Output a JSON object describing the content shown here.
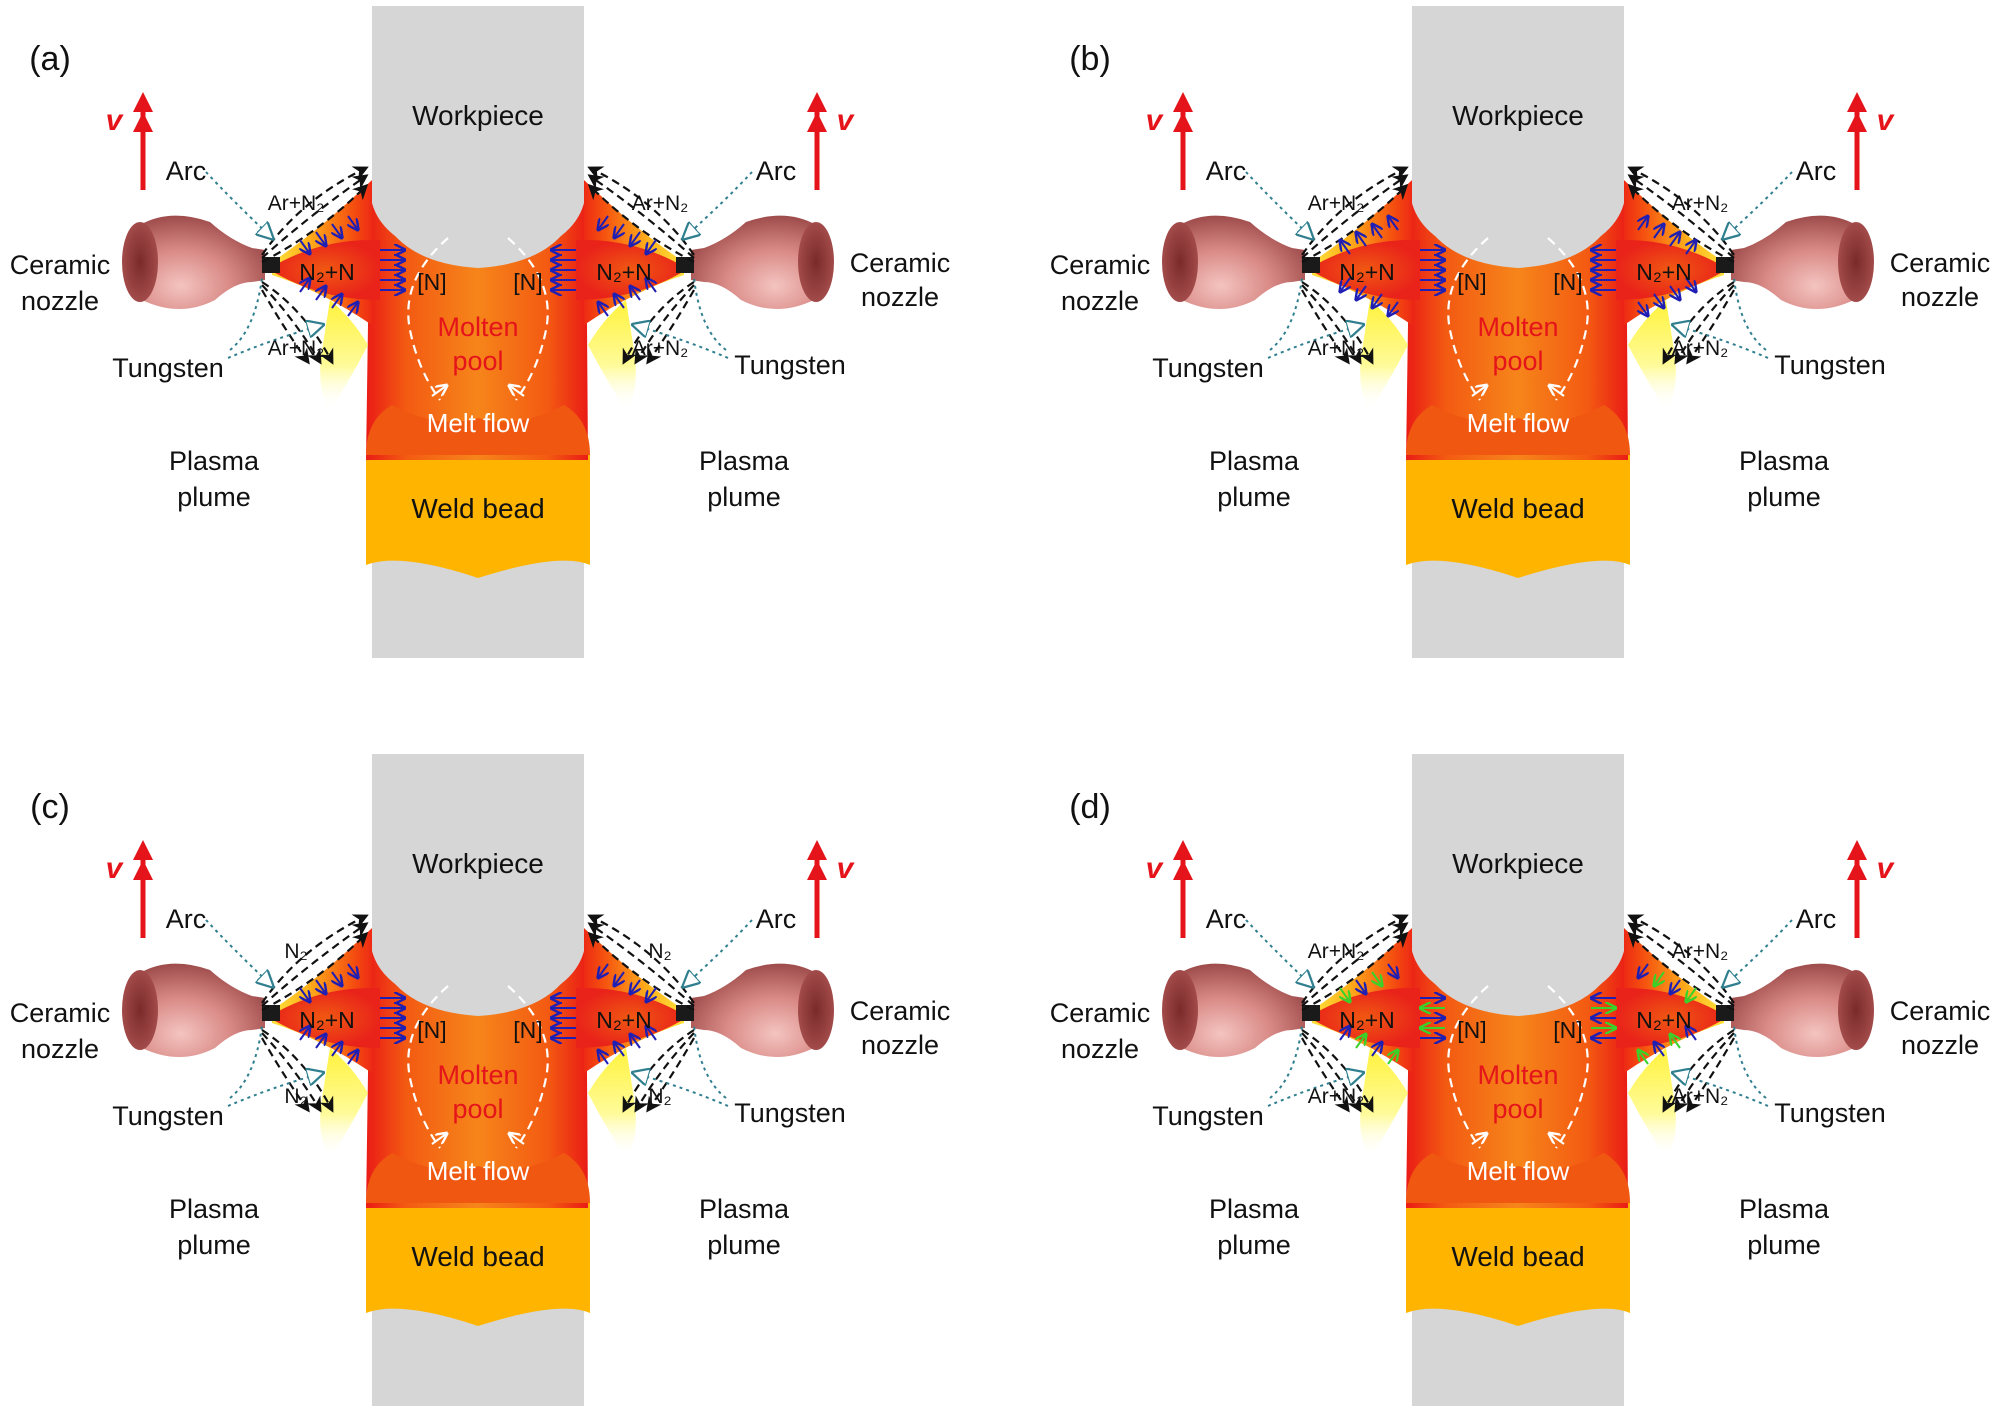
{
  "panels": [
    {
      "tag": "(a)",
      "velocity": "v",
      "workpiece": "Workpiece",
      "pool": [
        "Molten",
        "pool"
      ],
      "flow": "Melt flow",
      "bead": "Weld bead",
      "arc": "Arc",
      "tungsten": "Tungsten",
      "nozzle": [
        "Ceramic",
        "nozzle"
      ],
      "plume": [
        "Plasma",
        "plume"
      ],
      "species": "N₂+N",
      "dissolved": "[N]",
      "gas_top": "Ar+N₂",
      "gas_bottom": "Ar+N₂",
      "vectors": "inward",
      "vector_color": "#1f1fb4"
    },
    {
      "tag": "(b)",
      "velocity": "v",
      "workpiece": "Workpiece",
      "pool": [
        "Molten",
        "pool"
      ],
      "flow": "Melt flow",
      "bead": "Weld bead",
      "arc": "Arc",
      "tungsten": "Tungsten",
      "nozzle": [
        "Ceramic",
        "nozzle"
      ],
      "plume": [
        "Plasma",
        "plume"
      ],
      "species": "N₂+N",
      "dissolved": "[N]",
      "gas_top": "Ar+N₂",
      "gas_bottom": "Ar+N₂",
      "vectors": "outward",
      "vector_color": "#1f1fb4"
    },
    {
      "tag": "(c)",
      "velocity": "v",
      "workpiece": "Workpiece",
      "pool": [
        "Molten",
        "pool"
      ],
      "flow": "Melt flow",
      "bead": "Weld bead",
      "arc": "Arc",
      "tungsten": "Tungsten",
      "nozzle": [
        "Ceramic",
        "nozzle"
      ],
      "plume": [
        "Plasma",
        "plume"
      ],
      "species": "N₂+N",
      "dissolved": "[N]",
      "gas_top": "N₂",
      "gas_bottom": "N₂",
      "vectors": "inward",
      "vector_color": "#1f1fb4"
    },
    {
      "tag": "(d)",
      "velocity": "v",
      "workpiece": "Workpiece",
      "pool": [
        "Molten",
        "pool"
      ],
      "flow": "Melt flow",
      "bead": "Weld bead",
      "arc": "Arc",
      "tungsten": "Tungsten",
      "nozzle": [
        "Ceramic",
        "nozzle"
      ],
      "plume": [
        "Plasma",
        "plume"
      ],
      "species": "N₂+N",
      "dissolved": "[N]",
      "gas_top": "Ar+N₂",
      "gas_bottom": "Ar+N₂",
      "vectors": "mixed",
      "vector_color": "#1f1fb4",
      "vector_color_alt": "#3ad12a"
    }
  ],
  "colors": {
    "workpiece": "#d6d6d6",
    "molten_pool": "#f36a12",
    "pool_edge": "#e4141a",
    "weld_bead": "#ffb400",
    "velocity_arrow": "#e4141a",
    "leader_line": "#2f7f8f",
    "gas_flow": "#111111",
    "nozzle_dark": "#8e3b3b",
    "nozzle_light": "#e9a3a0"
  }
}
